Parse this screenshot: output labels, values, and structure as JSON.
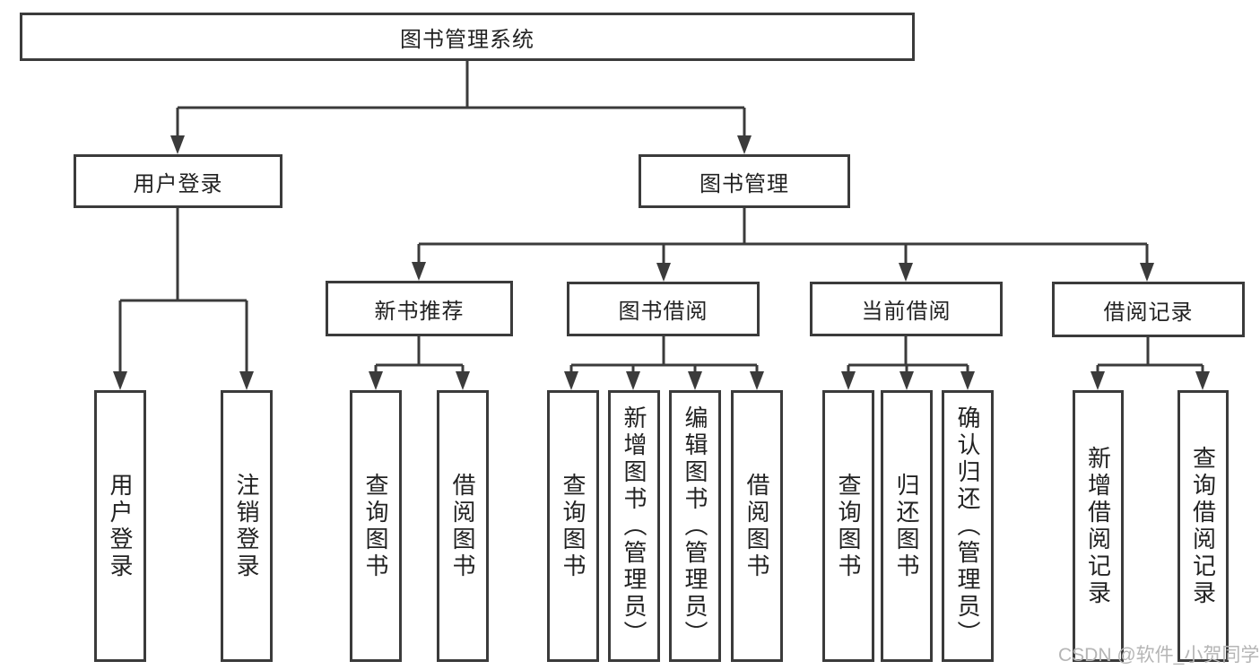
{
  "diagram": {
    "watermark": "CSDN @软件_小贺同学",
    "colors": {
      "line": "#3b3b3b",
      "text": "#222222",
      "watermark": "#b5b5b5",
      "background": "#ffffff"
    },
    "root": {
      "label": "图书管理系统"
    },
    "level2": [
      {
        "label": "用户登录"
      },
      {
        "label": "图书管理"
      }
    ],
    "level3": [
      {
        "label": "新书推荐"
      },
      {
        "label": "图书借阅"
      },
      {
        "label": "当前借阅"
      },
      {
        "label": "借阅记录"
      }
    ],
    "leaves": {
      "user_login": [
        "用户登录",
        "注销登录"
      ],
      "new_book": [
        "查询图书",
        "借阅图书"
      ],
      "book_borrow": [
        "查询图书",
        "新增图书（管理员）",
        "编辑图书（管理员）",
        "借阅图书"
      ],
      "current_borrow": [
        "查询图书",
        "归还图书",
        "确认归还（管理员）"
      ],
      "borrow_record": [
        "新增借阅记录",
        "查询借阅记录"
      ]
    }
  }
}
